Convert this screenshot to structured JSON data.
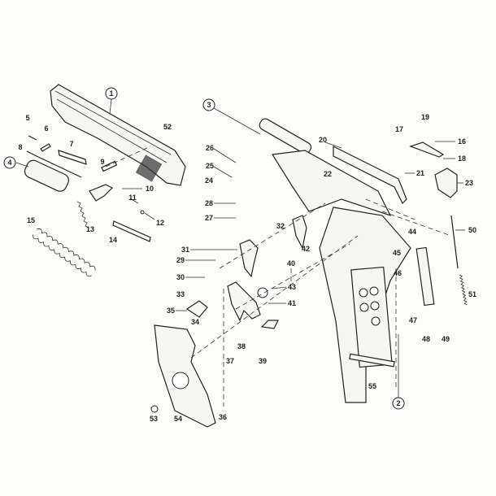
{
  "diagram": {
    "type": "exploded-parts-diagram",
    "subject": "pistol",
    "assembly_callouts": [
      "1",
      "2",
      "3",
      "4"
    ],
    "part_labels": [
      "5",
      "6",
      "7",
      "8",
      "9",
      "10",
      "11",
      "12",
      "13",
      "14",
      "15",
      "16",
      "17",
      "18",
      "19",
      "20",
      "21",
      "22",
      "23",
      "24",
      "25",
      "26",
      "27",
      "28",
      "29",
      "30",
      "31",
      "32",
      "33",
      "34",
      "35",
      "36",
      "37",
      "38",
      "39",
      "40",
      "41",
      "42",
      "43",
      "44",
      "45",
      "46",
      "47",
      "48",
      "49",
      "50",
      "51",
      "52",
      "53",
      "54",
      "55"
    ]
  }
}
